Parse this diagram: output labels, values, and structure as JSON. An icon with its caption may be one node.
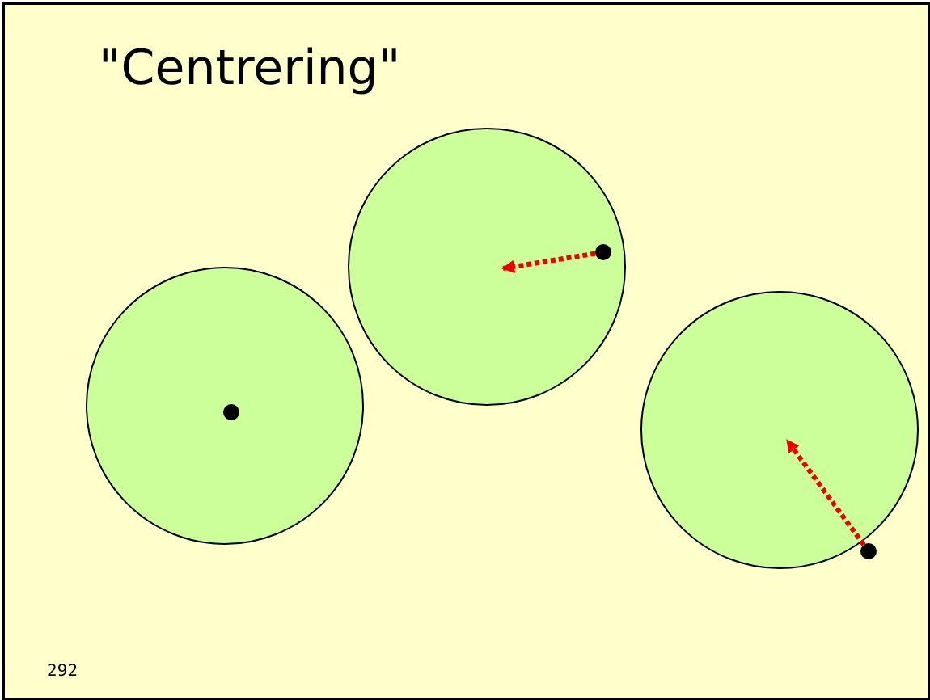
{
  "diagram": {
    "title": "\"Centrering\"",
    "nodes": [
      {
        "text": [],
        "shape": "circle"
      },
      {
        "text": [],
        "shape": "dot",
        "in": 0
      },
      {
        "text": [],
        "shape": "circle"
      },
      {
        "text": [],
        "shape": "dot",
        "in": 2
      },
      {
        "text": [],
        "shape": "circle"
      },
      {
        "text": [],
        "shape": "dot"
      }
    ],
    "edges": [
      {
        "from": 3,
        "to": null,
        "arrow": "to",
        "style": "dashed"
      },
      {
        "from": 5,
        "to": 4,
        "arrow": "to",
        "style": "dashed"
      }
    ],
    "labels": [
      "292"
    ]
  }
}
